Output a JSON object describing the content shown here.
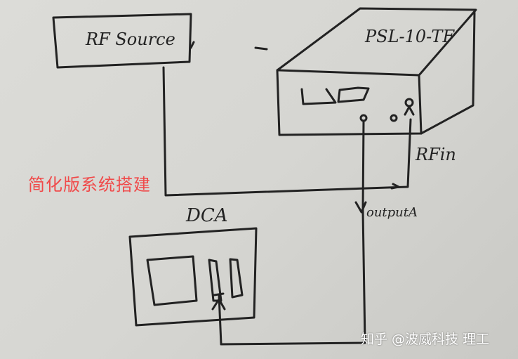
{
  "diagram": {
    "title_caption": "简化版系统搭建",
    "nodes": {
      "rf_source": {
        "label": "RF Source"
      },
      "psl": {
        "label": "PSL-10-TF"
      },
      "dca": {
        "label": "DCA"
      }
    },
    "port_labels": {
      "rf_in": "RFin",
      "output_a": "outputA"
    },
    "colors": {
      "caption": "#f04a4a",
      "ink": "#222222",
      "paper": "#d8d8d4"
    }
  },
  "watermark": "知乎 @波威科技 理工"
}
